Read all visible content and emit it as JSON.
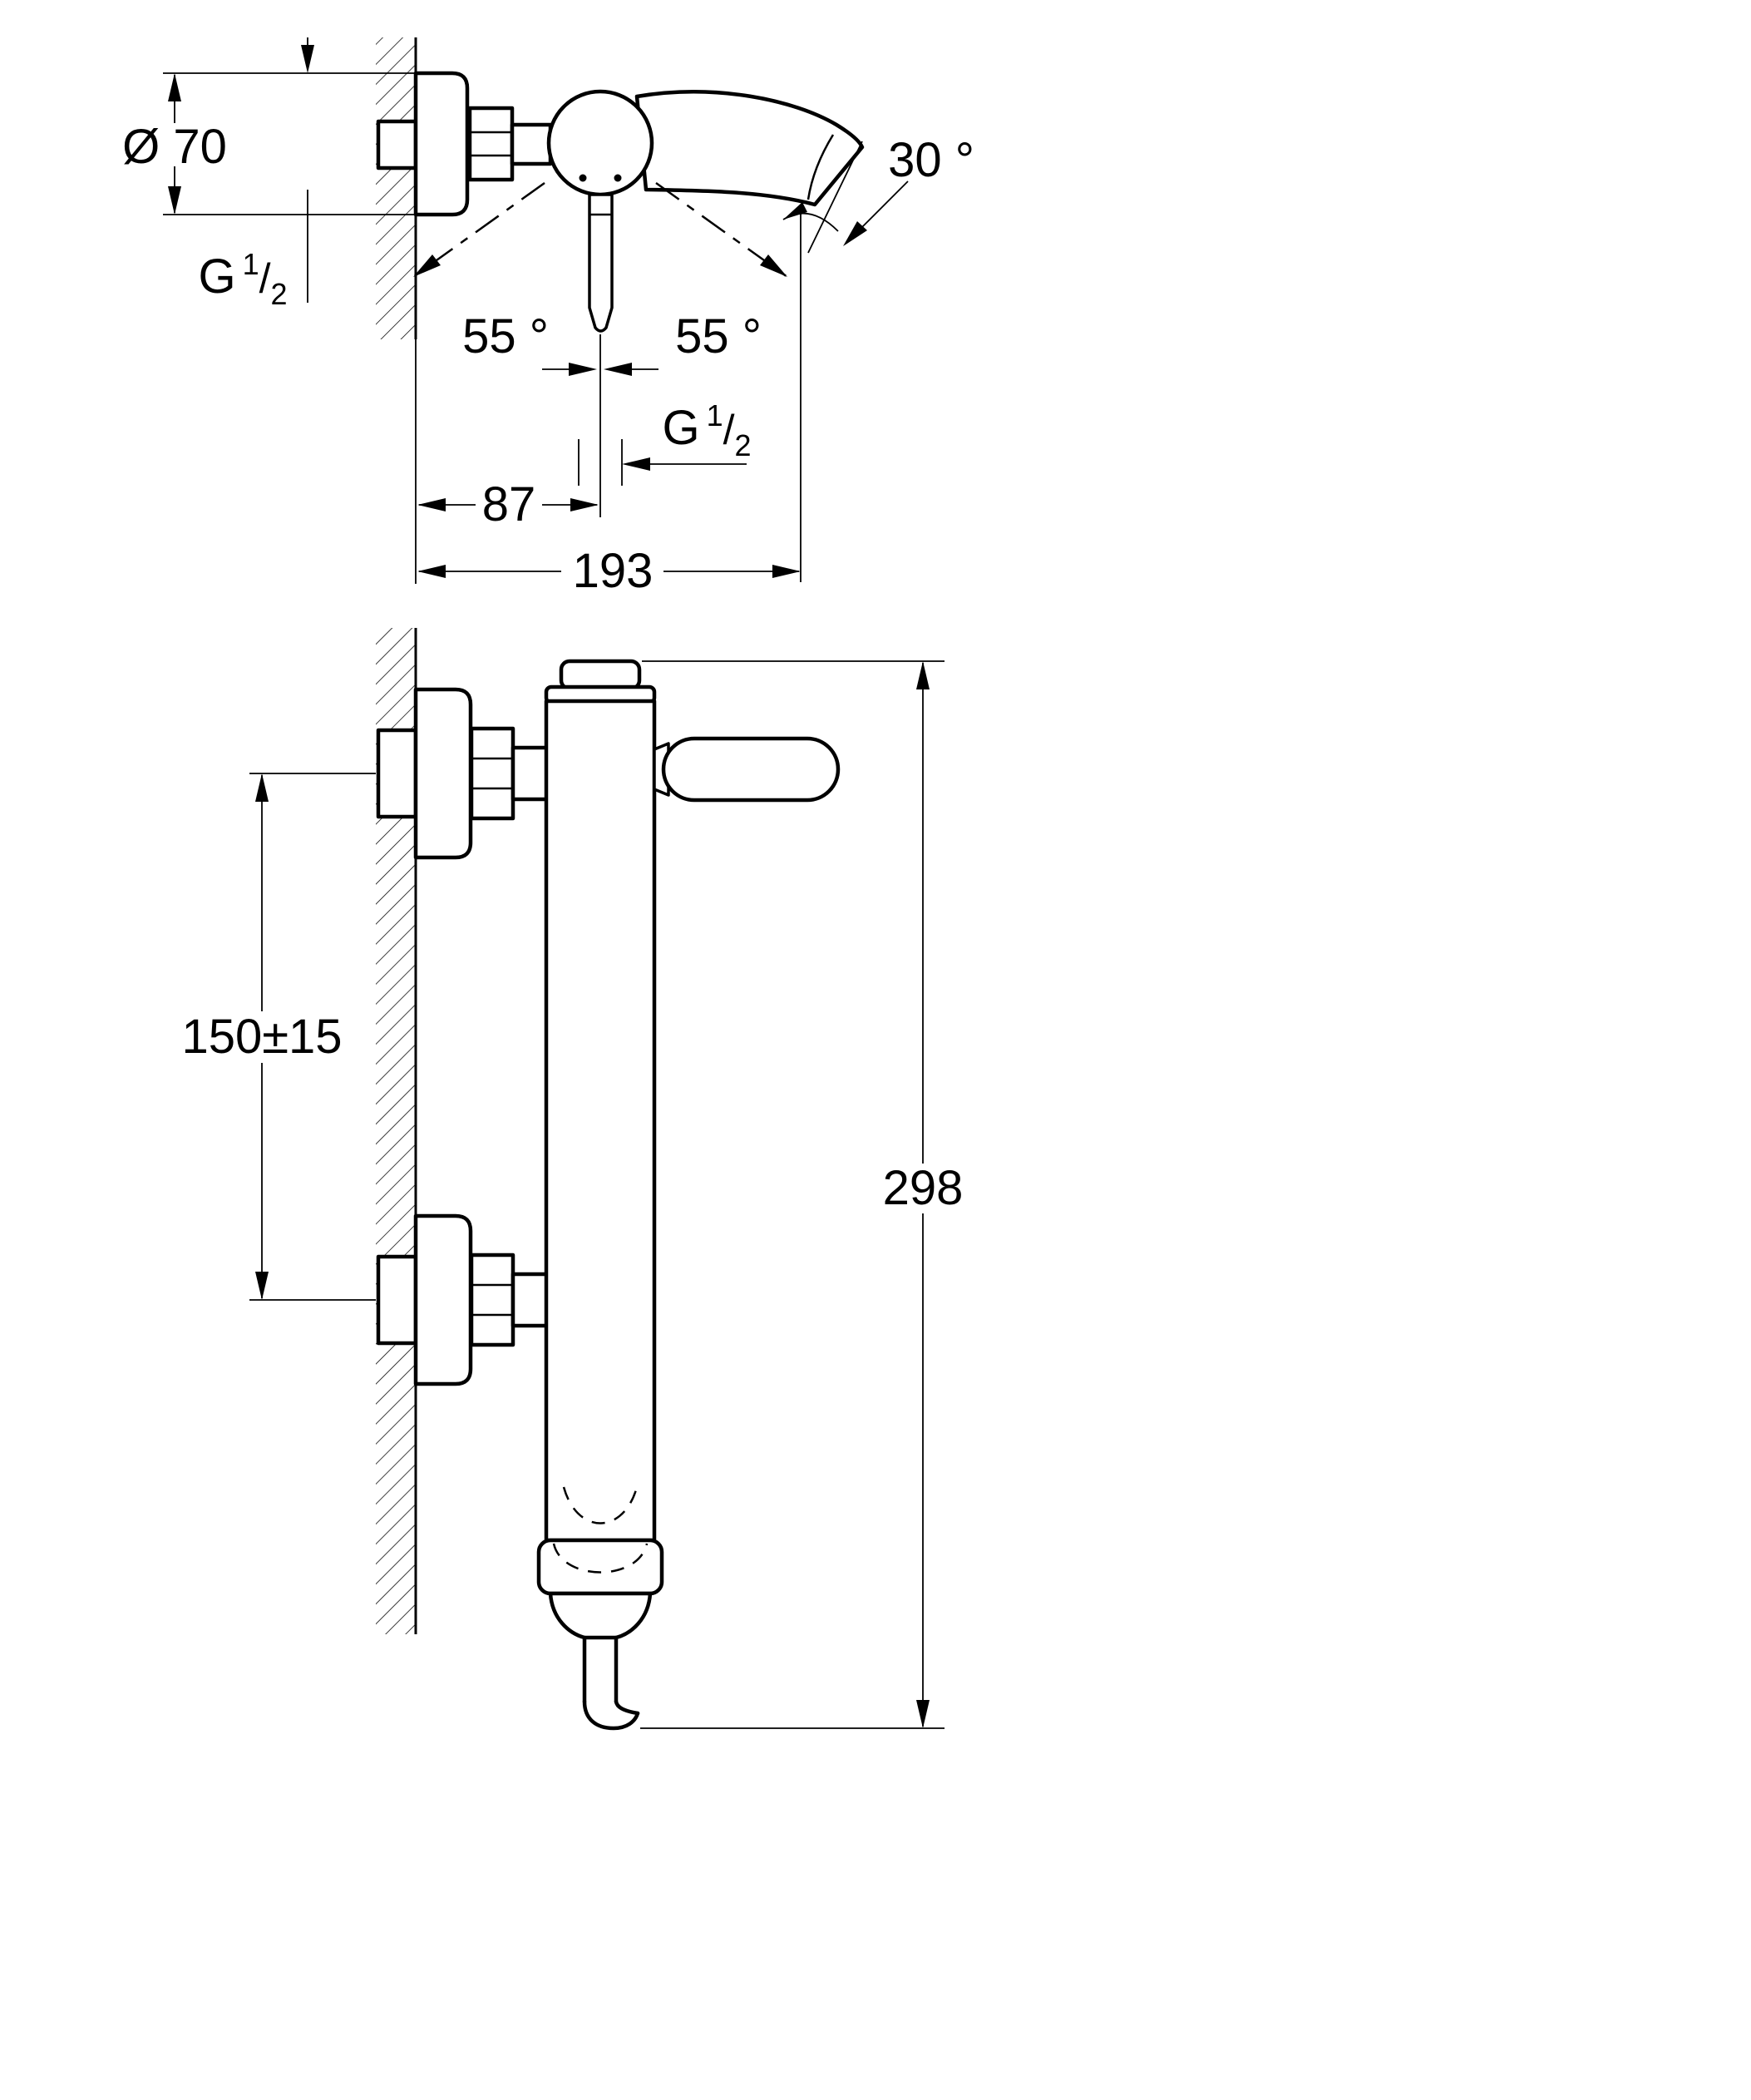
{
  "top_view": {
    "flange_diameter_label": "Ø 70",
    "inlet_thread": {
      "letter": "G",
      "numerator": "1",
      "fraction_slash": "/",
      "denominator": "2"
    },
    "outlet_thread": {
      "letter": "G",
      "numerator": "1",
      "fraction_slash": "/",
      "denominator": "2"
    },
    "swivel_angle_left": "55 °",
    "swivel_angle_right": "55 °",
    "spout_angle": "30 °",
    "wall_to_center_distance": "87",
    "spout_reach": "193"
  },
  "side_view": {
    "connection_spacing": "150±15",
    "overall_height": "298"
  },
  "colors": {
    "line": "#000000",
    "background": "#ffffff"
  }
}
